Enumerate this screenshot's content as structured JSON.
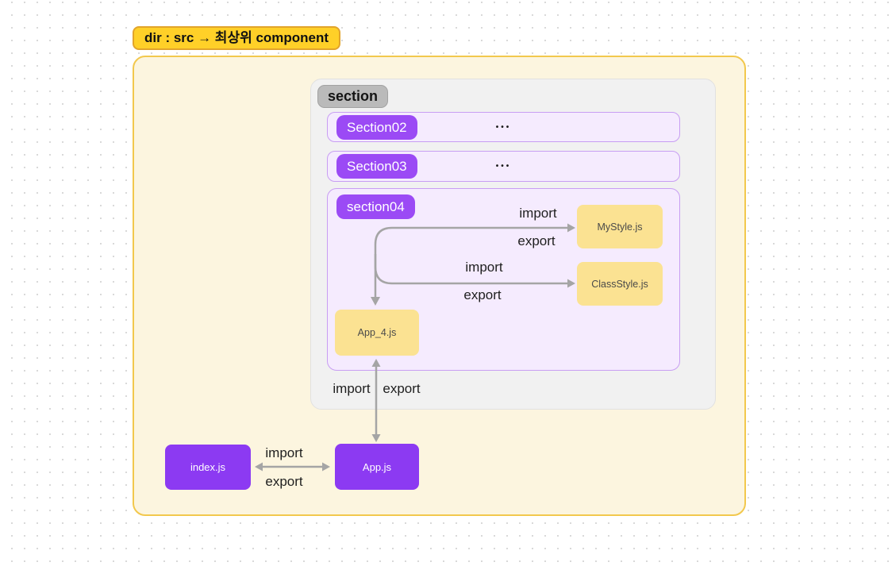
{
  "title_badge": "dir : src → 최상위 component",
  "colors": {
    "title_badge_bg": "#ffd028",
    "title_badge_border": "#e2a42b",
    "outer_bg": "#fcf5df",
    "outer_border": "#f2c84d",
    "panel_bg": "#f1f1f1",
    "section_badge_bg": "#bababa",
    "row_bg": "#f5ebfe",
    "row_border": "#c89ef3",
    "purple_badge": "#9b4af5",
    "purple_box": "#8c3af2",
    "yellow_box": "#fbe292",
    "arrow": "#a5a5a5"
  },
  "section_panel": {
    "label": "section",
    "rows": [
      {
        "badge": "Section02",
        "ellipsis": "•••"
      },
      {
        "badge": "Section03",
        "ellipsis": "•••"
      }
    ],
    "section04": {
      "badge": "section04",
      "mystyle_file": "MyStyle.js",
      "classstyle_file": "ClassStyle.js",
      "app4_file": "App_4.js",
      "labels": {
        "mystyle_import": "import",
        "mystyle_export": "export",
        "classstyle_import": "import",
        "classstyle_export": "export"
      }
    },
    "bottom_labels": {
      "import": "import",
      "export": "export"
    }
  },
  "bottom": {
    "index_file": "index.js",
    "app_file": "App.js",
    "import": "import",
    "export": "export"
  }
}
